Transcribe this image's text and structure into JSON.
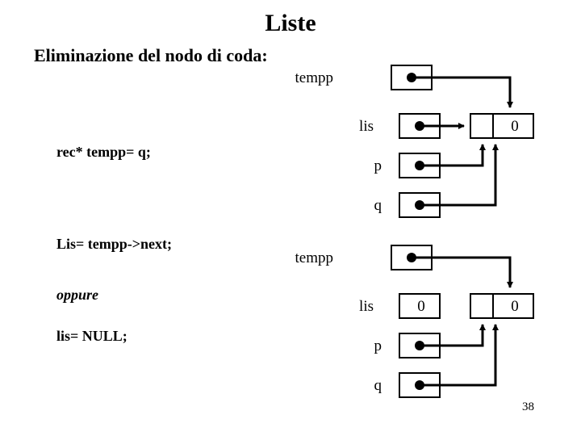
{
  "slide": {
    "title": "Liste",
    "subtitle": "Eliminazione del nodo di coda:",
    "page_number": "38",
    "code_lines": [
      {
        "text": "rec* tempp= q;",
        "style": "bold"
      },
      {
        "text": "Lis= tempp->next;",
        "style": "bold"
      },
      {
        "text": "oppure",
        "style": "italic"
      },
      {
        "text": "lis= NULL;",
        "style": "bold"
      }
    ]
  },
  "diagram_top": {
    "variables": [
      {
        "name": "tempp",
        "value": "pointer"
      },
      {
        "name": "lis",
        "value": "pointer"
      },
      {
        "name": "p",
        "value": "pointer"
      },
      {
        "name": "q",
        "value": "pointer"
      }
    ],
    "node": {
      "next_field": "pointer",
      "data_field": "0"
    }
  },
  "diagram_bottom": {
    "variables": [
      {
        "name": "tempp",
        "value": "pointer"
      },
      {
        "name": "lis",
        "value": "0"
      },
      {
        "name": "p",
        "value": "pointer"
      },
      {
        "name": "q",
        "value": "pointer"
      }
    ],
    "node": {
      "next_field": "pointer",
      "data_field": "0"
    }
  },
  "colors": {
    "stroke": "#000000",
    "background": "#ffffff"
  }
}
